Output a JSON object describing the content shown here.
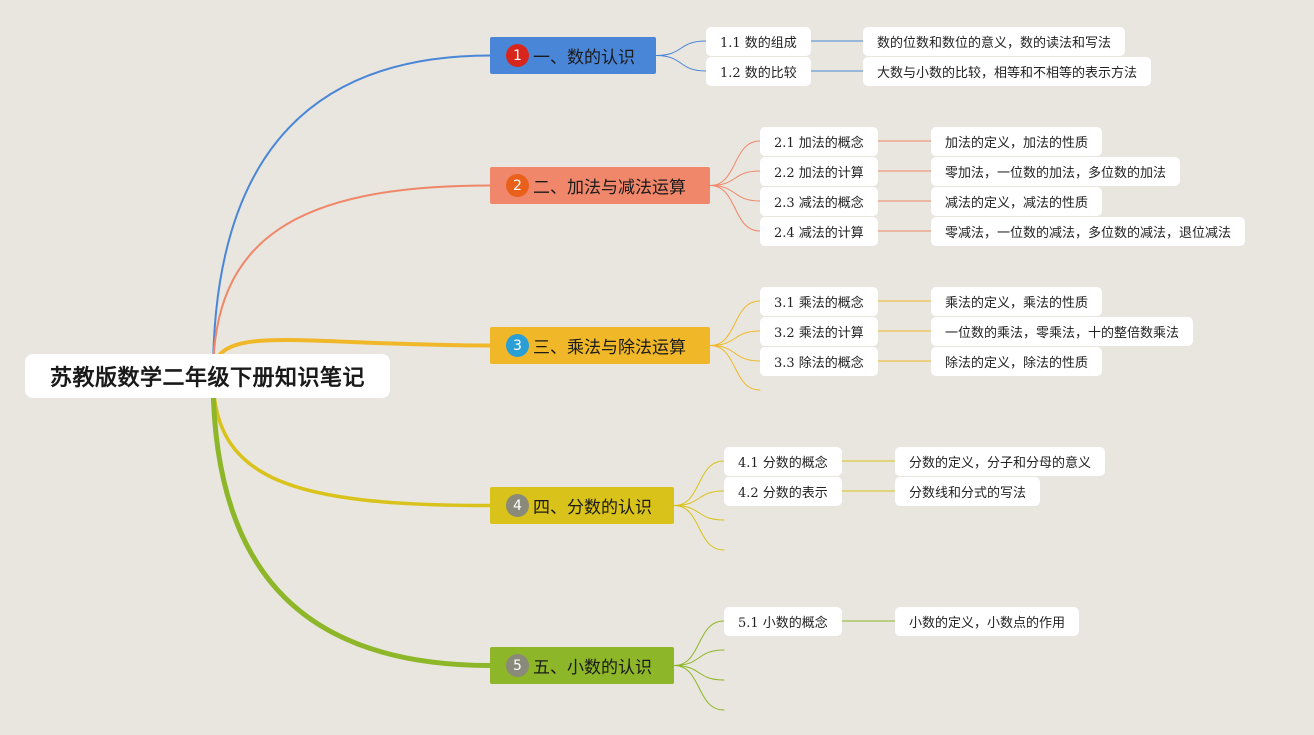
{
  "root": {
    "title": "苏教版数学二年级下册知识笔记"
  },
  "branches": [
    {
      "number": "1",
      "label": "一、数的认识",
      "color": "#4a86d8",
      "badge_color": "#d9261c",
      "subtopics": [
        {
          "label": "1.1 数的组成",
          "detail": "数的位数和数位的意义，数的读法和写法"
        },
        {
          "label": "1.2 数的比较",
          "detail": "大数与小数的比较，相等和不相等的表示方法"
        }
      ]
    },
    {
      "number": "2",
      "label": "二、加法与减法运算",
      "color": "#f0876a",
      "badge_color": "#e8601a",
      "subtopics": [
        {
          "label": "2.1 加法的概念",
          "detail": "加法的定义，加法的性质"
        },
        {
          "label": "2.2 加法的计算",
          "detail": "零加法，一位数的加法，多位数的加法"
        },
        {
          "label": "2.3 减法的概念",
          "detail": "减法的定义，减法的性质"
        },
        {
          "label": "2.4 减法的计算",
          "detail": "零减法，一位数的减法，多位数的减法，退位减法"
        }
      ]
    },
    {
      "number": "3",
      "label": "三、乘法与除法运算",
      "color": "#f0b829",
      "badge_color": "#2a9fd6",
      "subtopics": [
        {
          "label": "3.1 乘法的概念",
          "detail": "乘法的定义，乘法的性质"
        },
        {
          "label": "3.2 乘法的计算",
          "detail": "一位数的乘法，零乘法，十的整倍数乘法"
        },
        {
          "label": "3.3 除法的概念",
          "detail": "除法的定义，除法的性质"
        }
      ]
    },
    {
      "number": "4",
      "label": "四、分数的认识",
      "color": "#d9c21a",
      "badge_color": "#8a8a7a",
      "subtopics": [
        {
          "label": "4.1 分数的概念",
          "detail": "分数的定义，分子和分母的意义"
        },
        {
          "label": "4.2 分数的表示",
          "detail": "分数线和分式的写法"
        }
      ]
    },
    {
      "number": "5",
      "label": "五、小数的认识",
      "color": "#8db629",
      "badge_color": "#8a8a7a",
      "subtopics": [
        {
          "label": "5.1 小数的概念",
          "detail": "小数的定义，小数点的作用"
        }
      ]
    }
  ]
}
